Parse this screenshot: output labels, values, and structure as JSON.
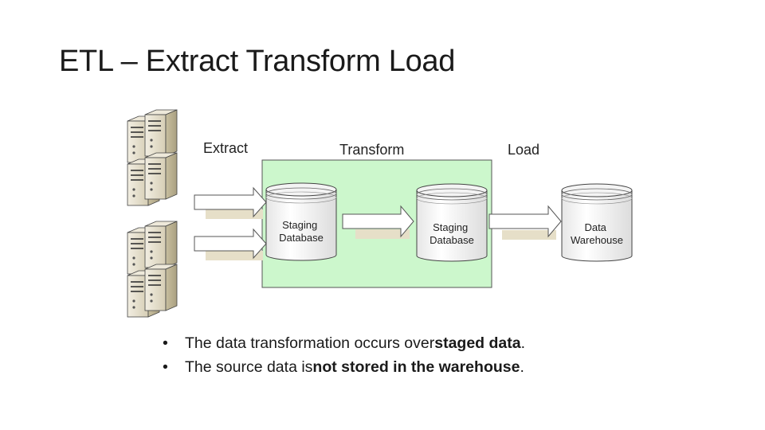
{
  "title": "ETL – Extract Transform Load",
  "diagram": {
    "stage_labels": {
      "extract": "Extract",
      "transform": "Transform",
      "load": "Load"
    },
    "nodes": {
      "staging1": [
        "Staging",
        "Database"
      ],
      "staging2": [
        "Staging",
        "Database"
      ],
      "warehouse": [
        "Data",
        "Warehouse"
      ]
    },
    "colors": {
      "transform_area": "#ccf7cc",
      "server": "#ddd5bf",
      "arrow_shadow": "#e6dfc8"
    }
  },
  "bullets": [
    {
      "text": "The data transformation occurs over ",
      "bold": "staged data",
      "end": "."
    },
    {
      "text": "The source data is ",
      "bold": "not stored in the warehouse",
      "end": "."
    }
  ]
}
